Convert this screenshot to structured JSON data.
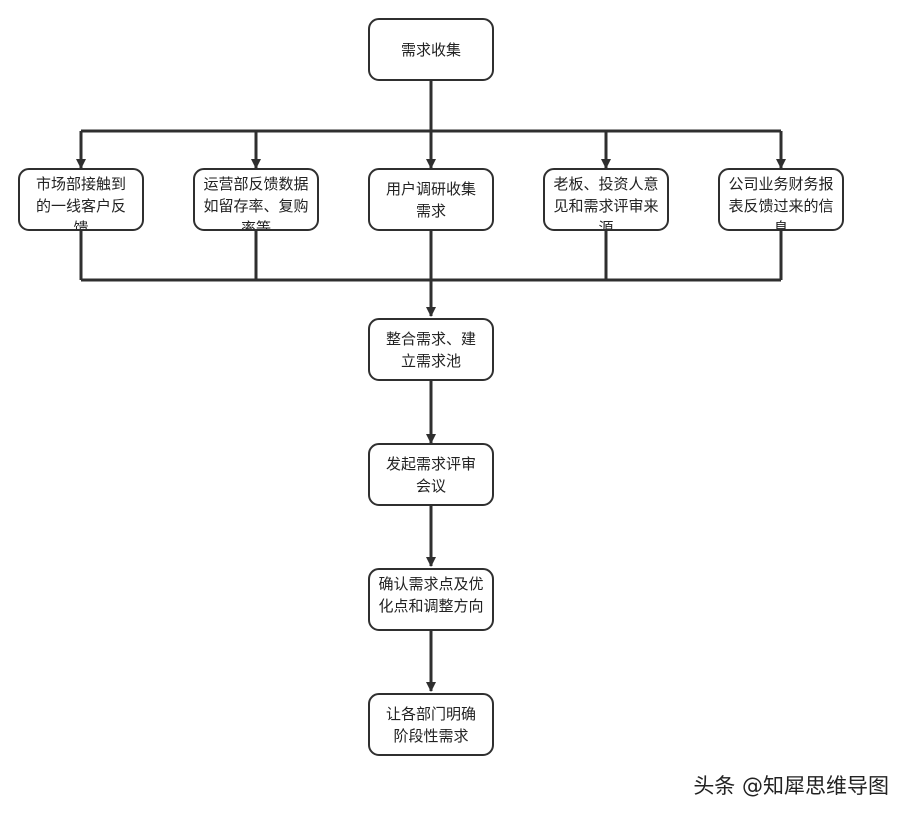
{
  "diagram": {
    "root": "需求收集",
    "sources": [
      "市场部接触到的一线客户反馈",
      "运营部反馈数据如留存率、复购率等",
      "用户调研收集需求",
      "老板、投资人意见和需求评审来源",
      "公司业务财务报表反馈过来的信息"
    ],
    "steps": [
      "整合需求、建立需求池",
      "发起需求评审会议",
      "确认需求点及优化点和调整方向",
      "让各部门明确阶段性需求"
    ]
  },
  "watermark": "头条 @知犀思维导图"
}
